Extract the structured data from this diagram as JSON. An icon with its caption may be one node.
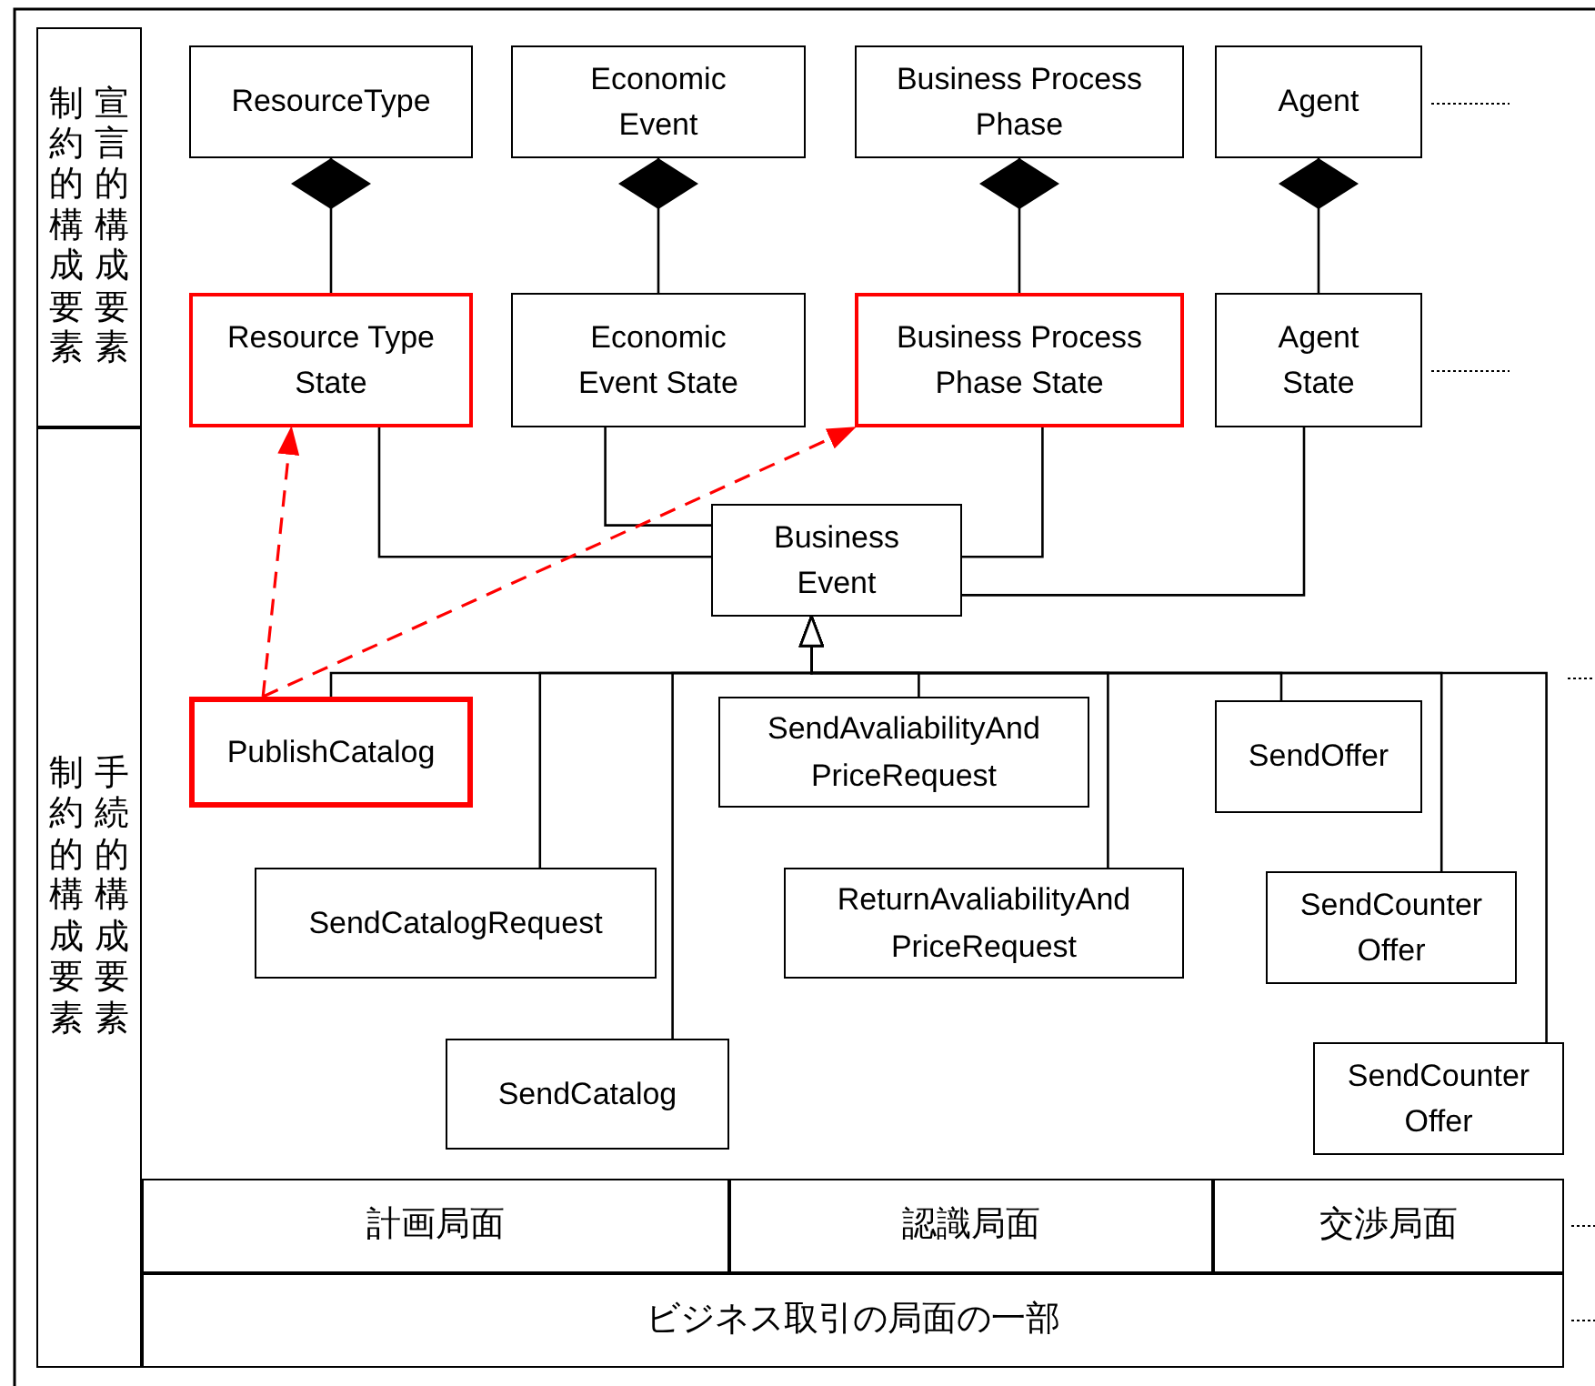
{
  "diagram": {
    "nodes": [
      {
        "text": [
          "制約的構成要素",
          "宣言的構成要素"
        ]
      },
      {
        "text": [
          "制約的構成要素",
          "手続的構成要素"
        ]
      },
      {
        "text": [
          "ResourceType"
        ]
      },
      {
        "text": [
          "Economic Event"
        ]
      },
      {
        "text": [
          "Business Process Phase"
        ]
      },
      {
        "text": [
          "Agent"
        ]
      },
      {
        "text": [
          "Resource Type State"
        ]
      },
      {
        "text": [
          "Economic Event State"
        ]
      },
      {
        "text": [
          "Business Process Phase State"
        ]
      },
      {
        "text": [
          "Agent State"
        ]
      },
      {
        "text": [
          "Business Event"
        ]
      },
      {
        "text": [
          "PublishCatalog"
        ]
      },
      {
        "text": [
          "SendCatalogRequest"
        ]
      },
      {
        "text": [
          "SendCatalog"
        ]
      },
      {
        "text": [
          "SendAvaliabilityAnd PriceRequest"
        ]
      },
      {
        "text": [
          "ReturnAvaliabilityAnd PriceRequest"
        ]
      },
      {
        "text": [
          "SendOffer"
        ]
      },
      {
        "text": [
          "SendCounter Offer"
        ]
      },
      {
        "text": [
          "SendCounter Offer"
        ]
      },
      {
        "text": [
          "計画局面"
        ]
      },
      {
        "text": [
          "認識局面"
        ]
      },
      {
        "text": [
          "交渉局面"
        ]
      },
      {
        "text": [
          "ビジネス取引の局面の一部"
        ]
      }
    ],
    "edges": [
      {
        "from": 2,
        "to": 6,
        "arrow": "other"
      },
      {
        "from": 3,
        "to": 7,
        "arrow": "other"
      },
      {
        "from": 4,
        "to": 8,
        "arrow": "other"
      },
      {
        "from": 5,
        "to": 9,
        "arrow": "other"
      },
      {
        "from": 6,
        "to": 10,
        "arrow": "none"
      },
      {
        "from": 7,
        "to": 10,
        "arrow": "none"
      },
      {
        "from": 8,
        "to": 10,
        "arrow": "none"
      },
      {
        "from": 9,
        "to": 10,
        "arrow": "none"
      },
      {
        "from": 11,
        "to": 10,
        "arrow": "to"
      },
      {
        "from": 12,
        "to": 10,
        "arrow": "to"
      },
      {
        "from": 13,
        "to": 10,
        "arrow": "to"
      },
      {
        "from": 14,
        "to": 10,
        "arrow": "to"
      },
      {
        "from": 15,
        "to": 10,
        "arrow": "to"
      },
      {
        "from": 16,
        "to": 10,
        "arrow": "to"
      },
      {
        "from": 17,
        "to": 10,
        "arrow": "to"
      },
      {
        "from": 18,
        "to": 10,
        "arrow": "to"
      },
      {
        "from": 11,
        "to": 6,
        "arrow": "to",
        "style": "dashed",
        "color": "#ff0000"
      },
      {
        "from": 11,
        "to": 8,
        "arrow": "to",
        "style": "dashed",
        "color": "#ff0000"
      }
    ]
  }
}
